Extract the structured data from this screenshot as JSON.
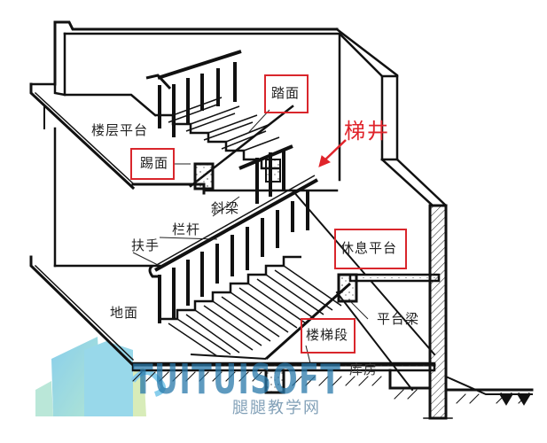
{
  "diagram": {
    "type": "architectural stair section (isometric)",
    "colors": {
      "line": "#111111",
      "highlight_box": "#d9262c",
      "highlight_text": "#e0242b",
      "watermark_blue": "#2878aa",
      "watermark_logo": "#6cc3e8"
    },
    "labels": {
      "floor_landing": "楼层平台",
      "tread": "踏面",
      "riser": "踢面",
      "stairwell": "梯井",
      "inclined_beam": "斜梁",
      "baluster": "栏杆",
      "handrail": "扶手",
      "rest_landing": "休息平台",
      "ground": "地面",
      "landing_beam": "平台梁",
      "stair_flight": "楼梯段",
      "storeroom": "库房"
    },
    "highlighted": [
      "踏面",
      "踢面",
      "梯井",
      "休息平台",
      "楼梯段"
    ]
  },
  "watermark": {
    "brand": "TUITUISOFT",
    "site": "腿腿教学网"
  }
}
